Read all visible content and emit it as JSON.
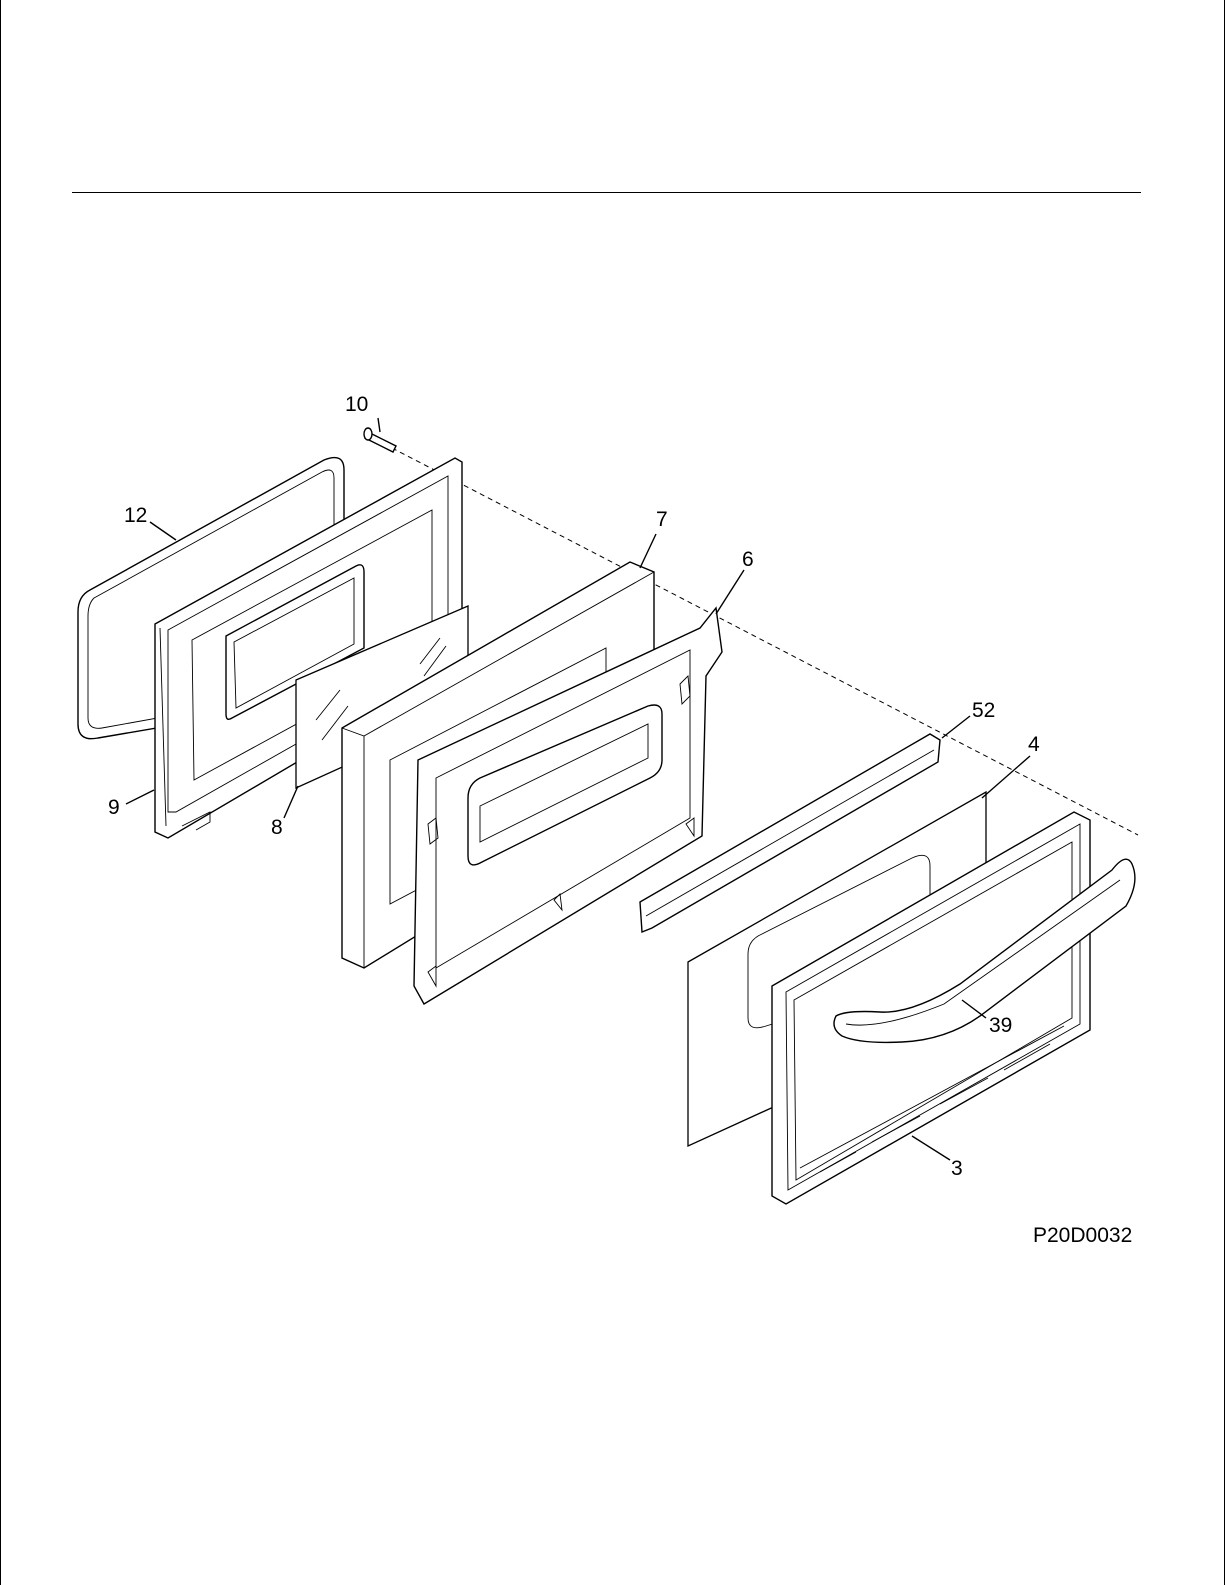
{
  "diagram_code": "P20D0032",
  "callouts": {
    "p10": "10",
    "p12": "12",
    "p7": "7",
    "p6": "6",
    "p52": "52",
    "p4": "4",
    "p9": "9",
    "p8": "8",
    "p39": "39",
    "p3": "3"
  }
}
